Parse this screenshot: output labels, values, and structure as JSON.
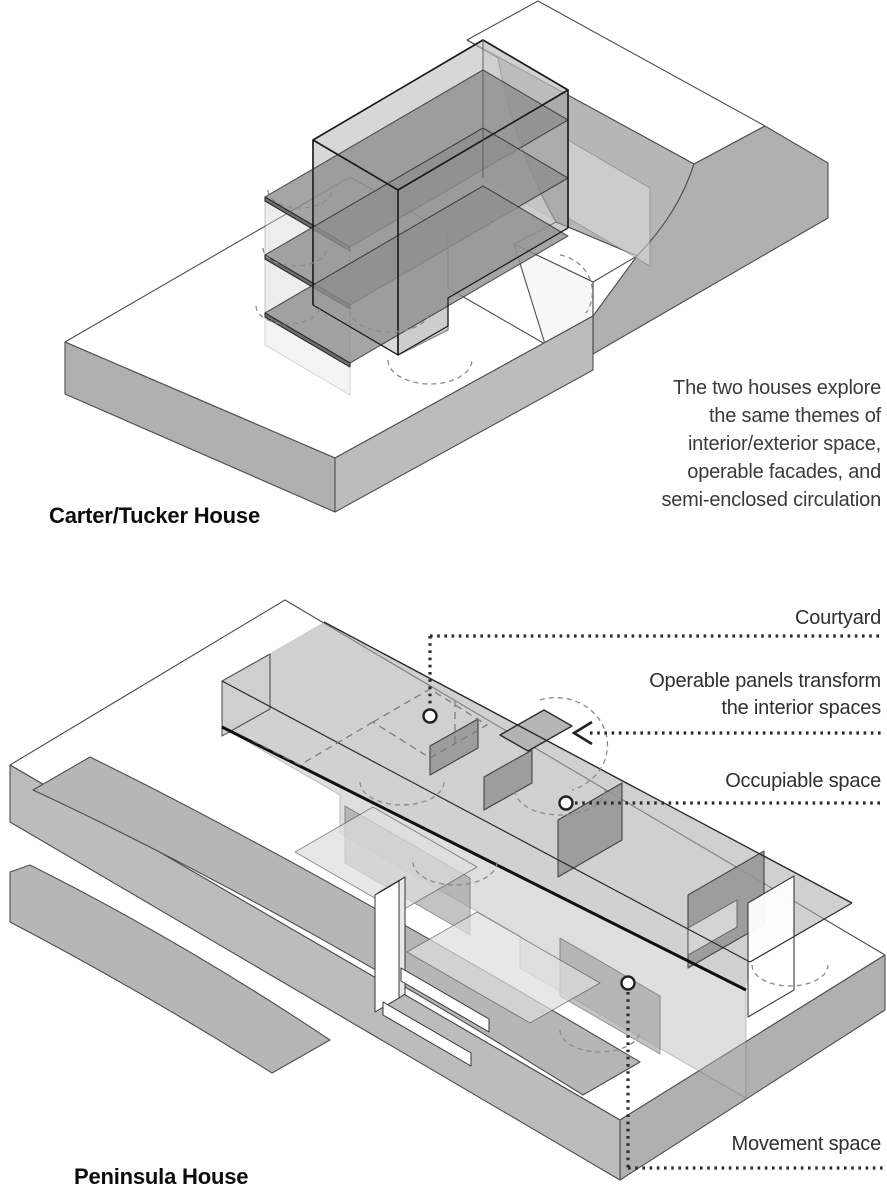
{
  "figures": {
    "carter_tucker": {
      "title": "Carter/Tucker House"
    },
    "peninsula": {
      "title": "Peninsula House"
    }
  },
  "annotation": {
    "text": "The two houses explore\nthe same themes of\ninterior/exterior space,\noperable facades, and\nsemi-enclosed circulation"
  },
  "callouts": {
    "courtyard": {
      "label": "Courtyard"
    },
    "operable_panels": {
      "label": "Operable panels transform\nthe interior spaces"
    },
    "occupiable_space": {
      "label": "Occupiable space"
    },
    "movement_space": {
      "label": "Movement space"
    }
  },
  "icons": {
    "leader_marker": "circle-marker",
    "leader_arrow": "arrow-left-icon",
    "leader_line": "dotted-leader-line"
  },
  "colors": {
    "background": "#ffffff",
    "terrain_face_gray": "#b6b6b6",
    "terrain_top_white": "#ffffff",
    "building_roof_gray": "#a9a9a9",
    "partition_gray": "#959595",
    "floor_light_gray": "#dedede",
    "outline_dark": "#1a1a1a",
    "leader_dark": "#2b2b2b",
    "text_gray": "#3a3a3a",
    "title_black": "#0d0d0d"
  }
}
